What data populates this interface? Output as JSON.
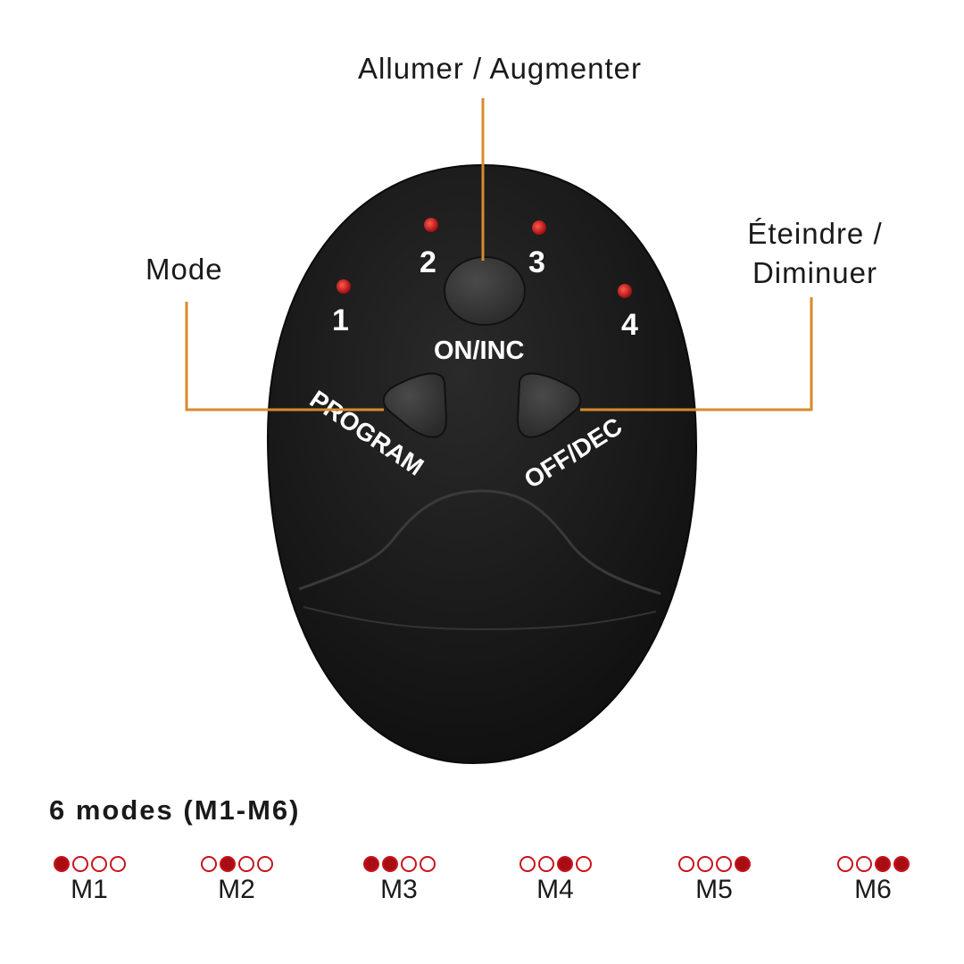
{
  "callouts": {
    "top": "Allumer / Augmenter",
    "left": "Mode",
    "right_line1": "Éteindre /",
    "right_line2": "Diminuer"
  },
  "device": {
    "indicators": [
      "1",
      "2",
      "3",
      "4"
    ],
    "on_inc_label": "ON/INC",
    "program_label": "PROGRAM",
    "off_dec_label": "OFF/DEC"
  },
  "modes": {
    "title": "6 modes (M1-M6)",
    "items": [
      {
        "label": "M1",
        "dots": [
          1,
          0,
          0,
          0
        ]
      },
      {
        "label": "M2",
        "dots": [
          0,
          1,
          0,
          0
        ]
      },
      {
        "label": "M3",
        "dots": [
          1,
          1,
          0,
          0
        ]
      },
      {
        "label": "M4",
        "dots": [
          0,
          0,
          1,
          0
        ]
      },
      {
        "label": "M5",
        "dots": [
          0,
          0,
          0,
          1
        ]
      },
      {
        "label": "M6",
        "dots": [
          0,
          0,
          1,
          1
        ]
      }
    ]
  },
  "colors": {
    "device_body": "#1c1c1c",
    "button": "#3a3a3a",
    "led": "#d4141a",
    "leader_line": "#d98a2b"
  }
}
